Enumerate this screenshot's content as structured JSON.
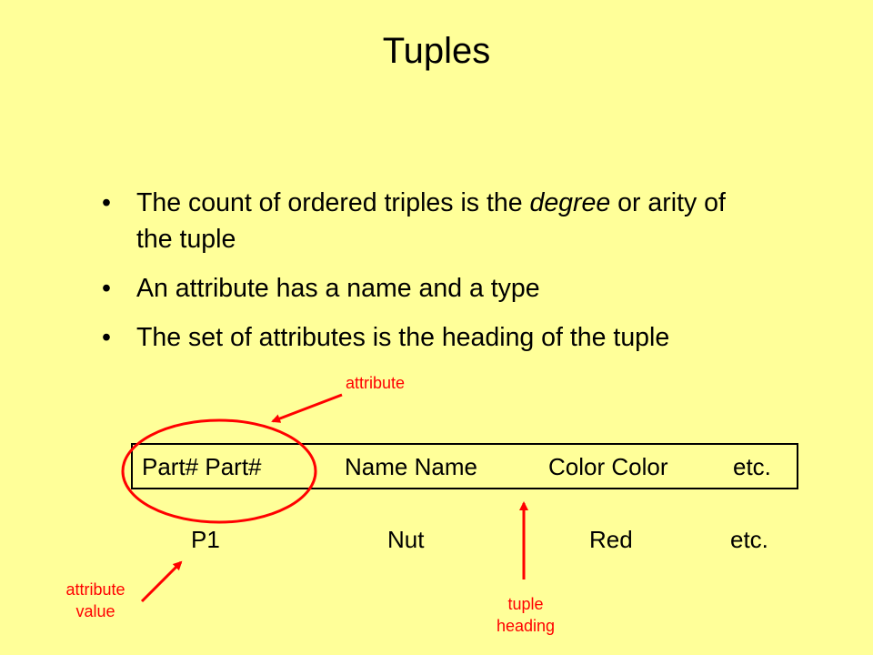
{
  "title": "Tuples",
  "bullets": [
    {
      "pre": "The count of ordered triples is the ",
      "em": "degree",
      "post": " or arity of the tuple"
    },
    {
      "pre": "An attribute has a name and a type",
      "em": "",
      "post": ""
    },
    {
      "pre": "The set of attributes is the heading of the tuple",
      "em": "",
      "post": ""
    }
  ],
  "bullet_glyph": "•",
  "heading_row": [
    "Part# Part#",
    "Name Name",
    "Color Color",
    "etc."
  ],
  "value_row": [
    "P1",
    "Nut",
    "Red",
    "etc."
  ],
  "labels": {
    "attribute": "attribute",
    "attribute_value_1": "attribute",
    "attribute_value_2": "value",
    "tuple_heading_1": "tuple",
    "tuple_heading_2": "heading"
  },
  "colors": {
    "background": "#ffff99",
    "annotation": "#ff0000"
  }
}
